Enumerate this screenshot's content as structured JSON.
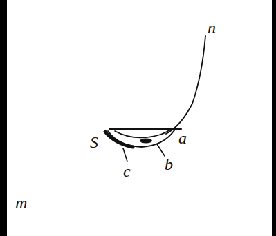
{
  "diagram": {
    "labels": [
      "n",
      "S",
      "a",
      "b",
      "c",
      "m"
    ]
  }
}
